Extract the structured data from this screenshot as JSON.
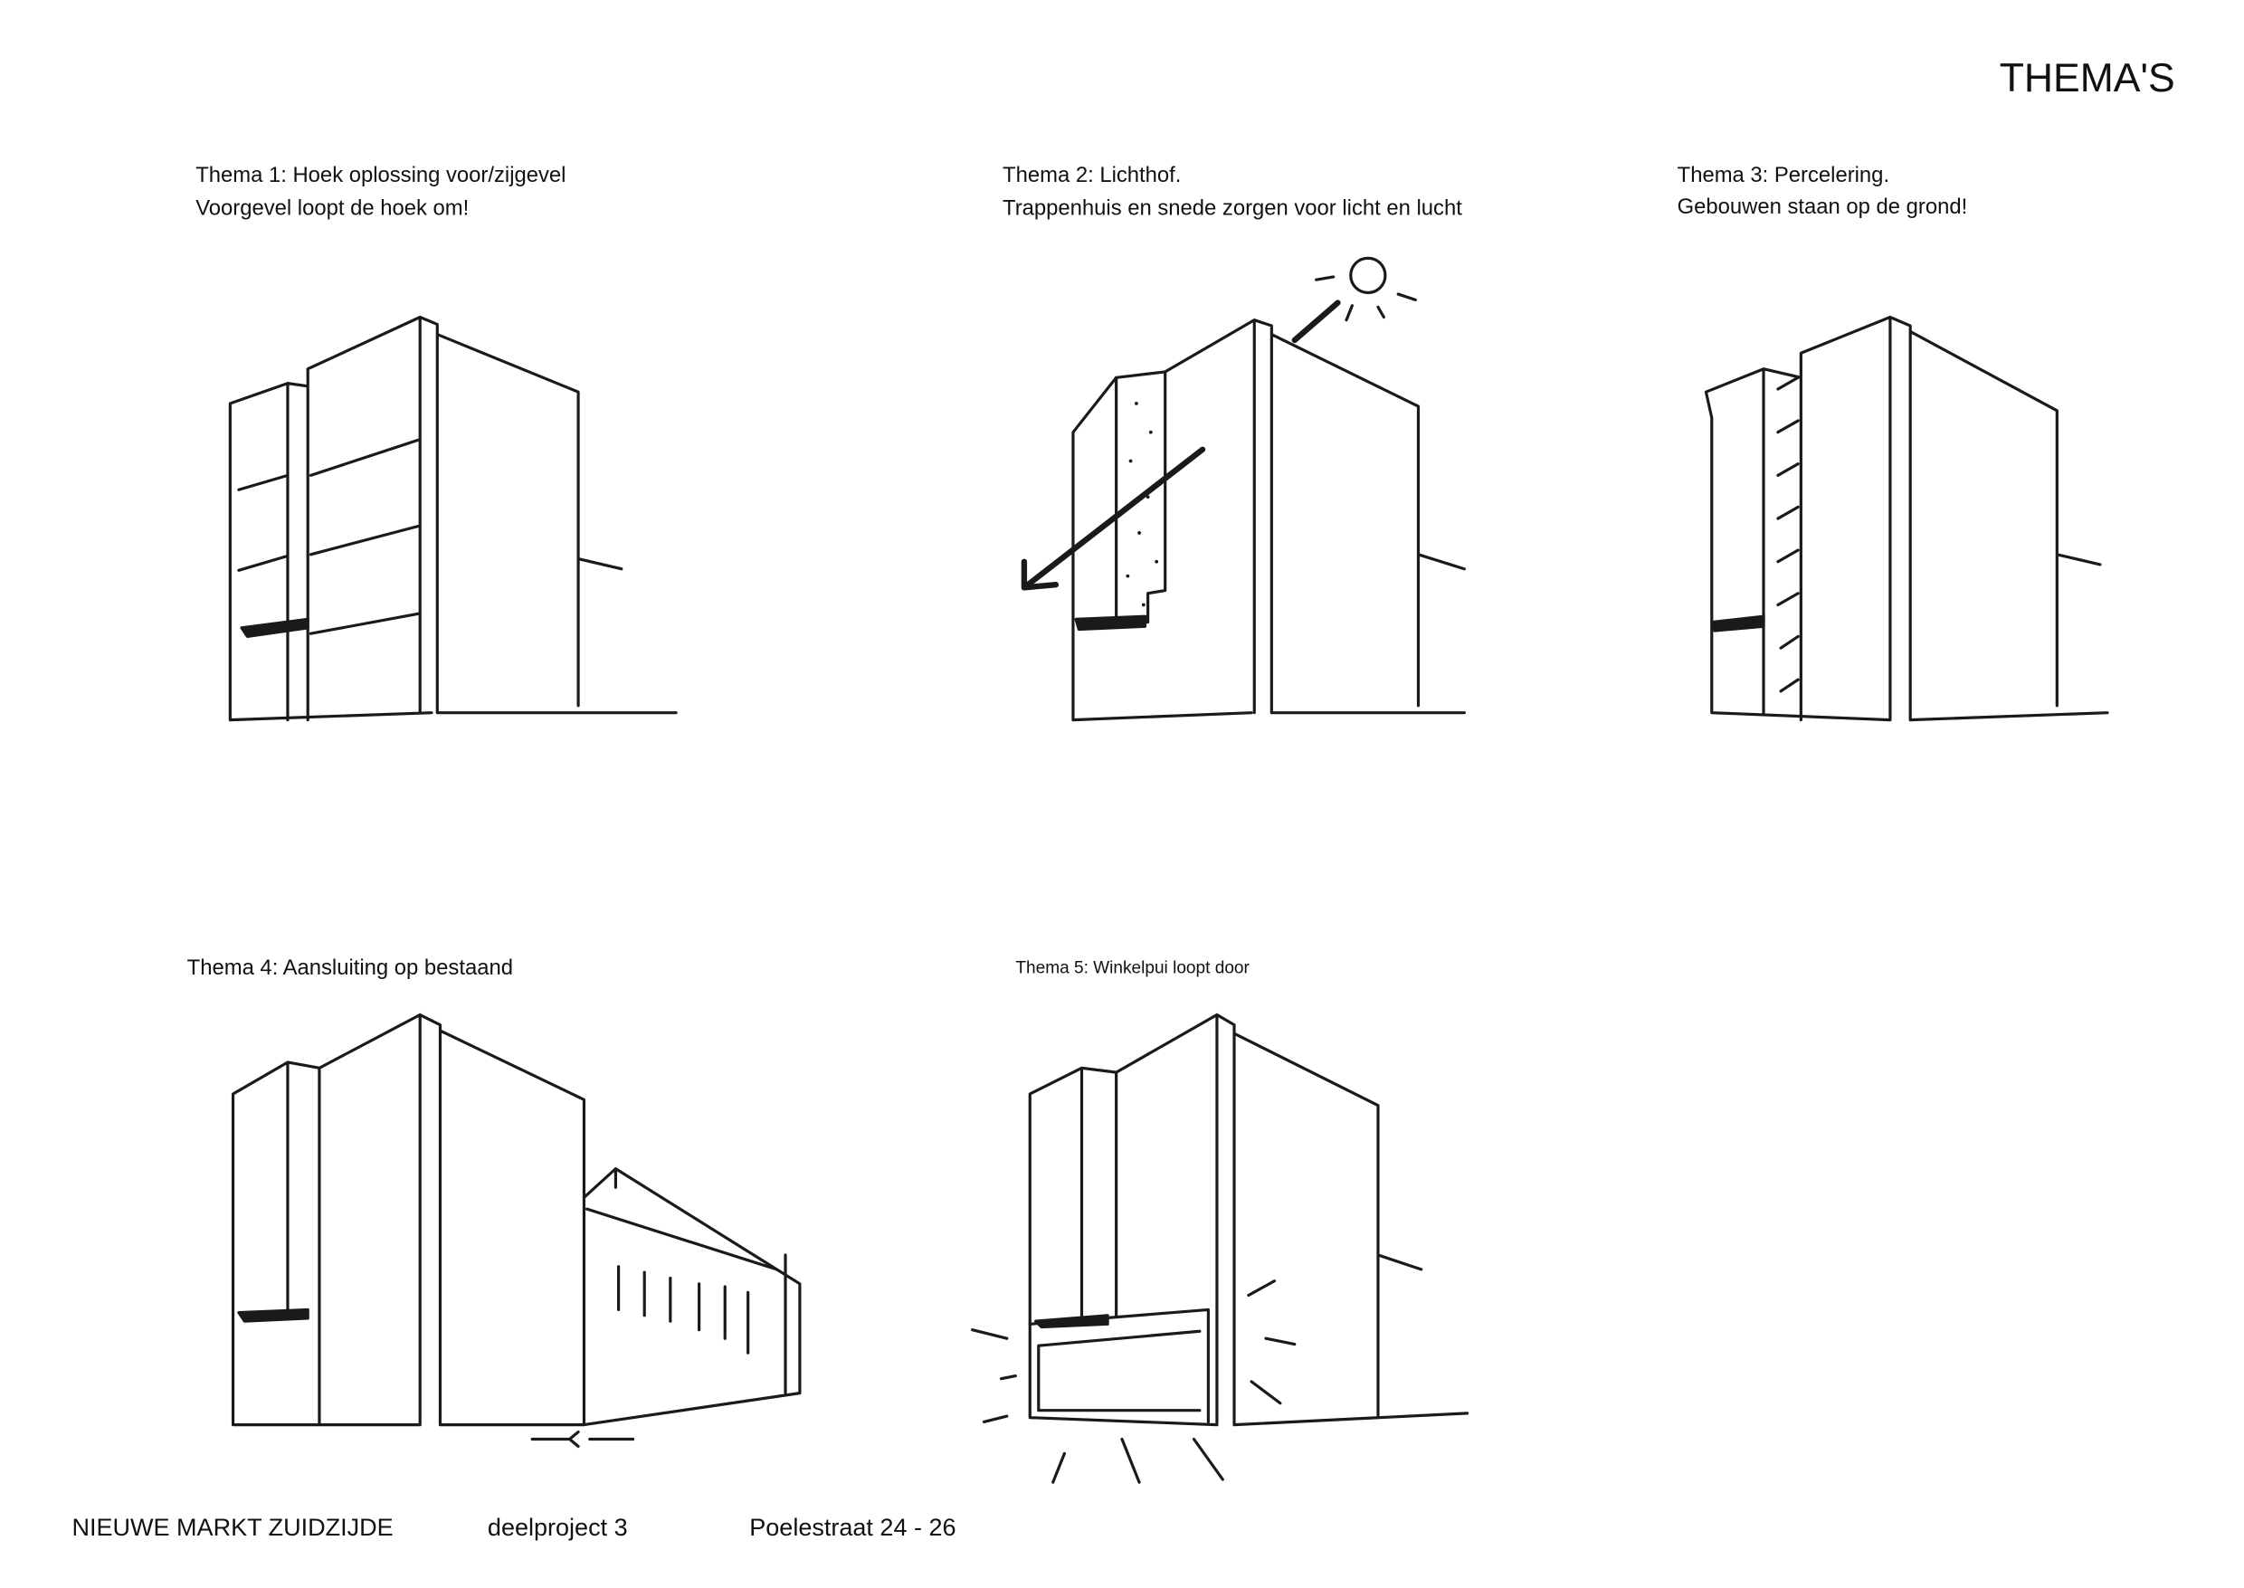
{
  "page_title": "THEMA'S",
  "themes": [
    {
      "line1": "Thema 1: Hoek oplossing voor/zijgevel",
      "line2": "Voorgevel loopt de hoek om!"
    },
    {
      "line1": "Thema 2: Lichthof.",
      "line2": "Trappenhuis en snede zorgen voor licht en lucht"
    },
    {
      "line1": "Thema 3:  Percelering.",
      "line2": "Gebouwen staan op de grond!"
    },
    {
      "line1": "Thema 4: Aansluiting op bestaand"
    },
    {
      "line1": "Thema 5: Winkelpui loopt door"
    }
  ],
  "footer": {
    "project": "NIEUWE MARKT ZUIDZIJDE",
    "subproject": "deelproject 3",
    "address": "Poelestraat 24 - 26"
  }
}
